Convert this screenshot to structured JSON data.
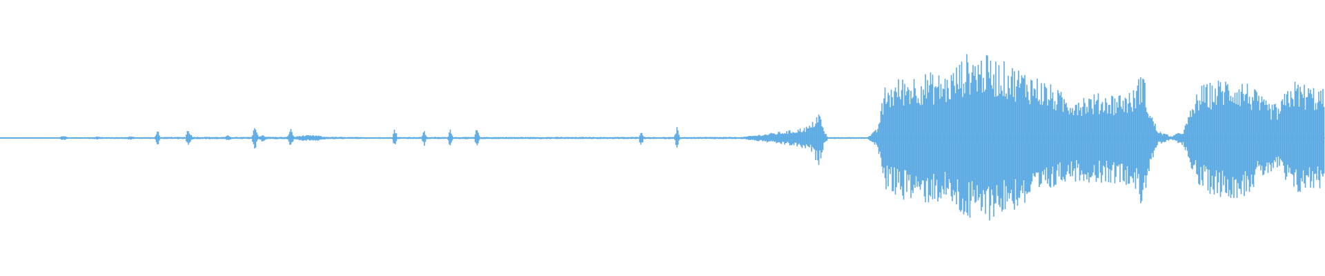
{
  "waveform": {
    "color": "#5aa9e3",
    "background": "#ffffff",
    "baseline_color": "#5aa9e3",
    "envelope_keyframes": [
      [
        0.0,
        0.008
      ],
      [
        0.045,
        0.008
      ],
      [
        0.048,
        0.03
      ],
      [
        0.051,
        0.008
      ],
      [
        0.07,
        0.01
      ],
      [
        0.074,
        0.018
      ],
      [
        0.078,
        0.01
      ],
      [
        0.095,
        0.01
      ],
      [
        0.098,
        0.02
      ],
      [
        0.102,
        0.01
      ],
      [
        0.117,
        0.01
      ],
      [
        0.119,
        0.1
      ],
      [
        0.121,
        0.012
      ],
      [
        0.14,
        0.012
      ],
      [
        0.142,
        0.12
      ],
      [
        0.145,
        0.015
      ],
      [
        0.17,
        0.012
      ],
      [
        0.172,
        0.03
      ],
      [
        0.175,
        0.012
      ],
      [
        0.19,
        0.012
      ],
      [
        0.192,
        0.16
      ],
      [
        0.195,
        0.015
      ],
      [
        0.198,
        0.04
      ],
      [
        0.201,
        0.015
      ],
      [
        0.217,
        0.012
      ],
      [
        0.219,
        0.12
      ],
      [
        0.222,
        0.015
      ],
      [
        0.228,
        0.03
      ],
      [
        0.24,
        0.03
      ],
      [
        0.244,
        0.015
      ],
      [
        0.26,
        0.012
      ],
      [
        0.28,
        0.01
      ],
      [
        0.296,
        0.01
      ],
      [
        0.298,
        0.12
      ],
      [
        0.3,
        0.012
      ],
      [
        0.318,
        0.012
      ],
      [
        0.32,
        0.1
      ],
      [
        0.322,
        0.012
      ],
      [
        0.338,
        0.012
      ],
      [
        0.34,
        0.12
      ],
      [
        0.342,
        0.012
      ],
      [
        0.358,
        0.012
      ],
      [
        0.36,
        0.12
      ],
      [
        0.362,
        0.012
      ],
      [
        0.4,
        0.012
      ],
      [
        0.43,
        0.012
      ],
      [
        0.46,
        0.012
      ],
      [
        0.482,
        0.012
      ],
      [
        0.484,
        0.11
      ],
      [
        0.486,
        0.012
      ],
      [
        0.509,
        0.012
      ],
      [
        0.511,
        0.12
      ],
      [
        0.513,
        0.012
      ],
      [
        0.56,
        0.012
      ],
      [
        0.58,
        0.05
      ],
      [
        0.6,
        0.09
      ],
      [
        0.612,
        0.14
      ],
      [
        0.618,
        0.3
      ],
      [
        0.622,
        0.08
      ],
      [
        0.625,
        0.01
      ],
      [
        0.655,
        0.01
      ],
      [
        0.662,
        0.1
      ],
      [
        0.668,
        0.55
      ],
      [
        0.68,
        0.65
      ],
      [
        0.7,
        0.7
      ],
      [
        0.715,
        0.68
      ],
      [
        0.73,
        0.9
      ],
      [
        0.745,
        0.88
      ],
      [
        0.76,
        0.8
      ],
      [
        0.775,
        0.72
      ],
      [
        0.79,
        0.6
      ],
      [
        0.805,
        0.45
      ],
      [
        0.82,
        0.47
      ],
      [
        0.84,
        0.48
      ],
      [
        0.855,
        0.5
      ],
      [
        0.862,
        0.75
      ],
      [
        0.868,
        0.3
      ],
      [
        0.874,
        0.08
      ],
      [
        0.884,
        0.02
      ],
      [
        0.893,
        0.08
      ],
      [
        0.905,
        0.55
      ],
      [
        0.925,
        0.65
      ],
      [
        0.94,
        0.62
      ],
      [
        0.955,
        0.4
      ],
      [
        0.965,
        0.35
      ],
      [
        0.975,
        0.62
      ],
      [
        0.99,
        0.56
      ],
      [
        1.0,
        0.52
      ]
    ]
  }
}
